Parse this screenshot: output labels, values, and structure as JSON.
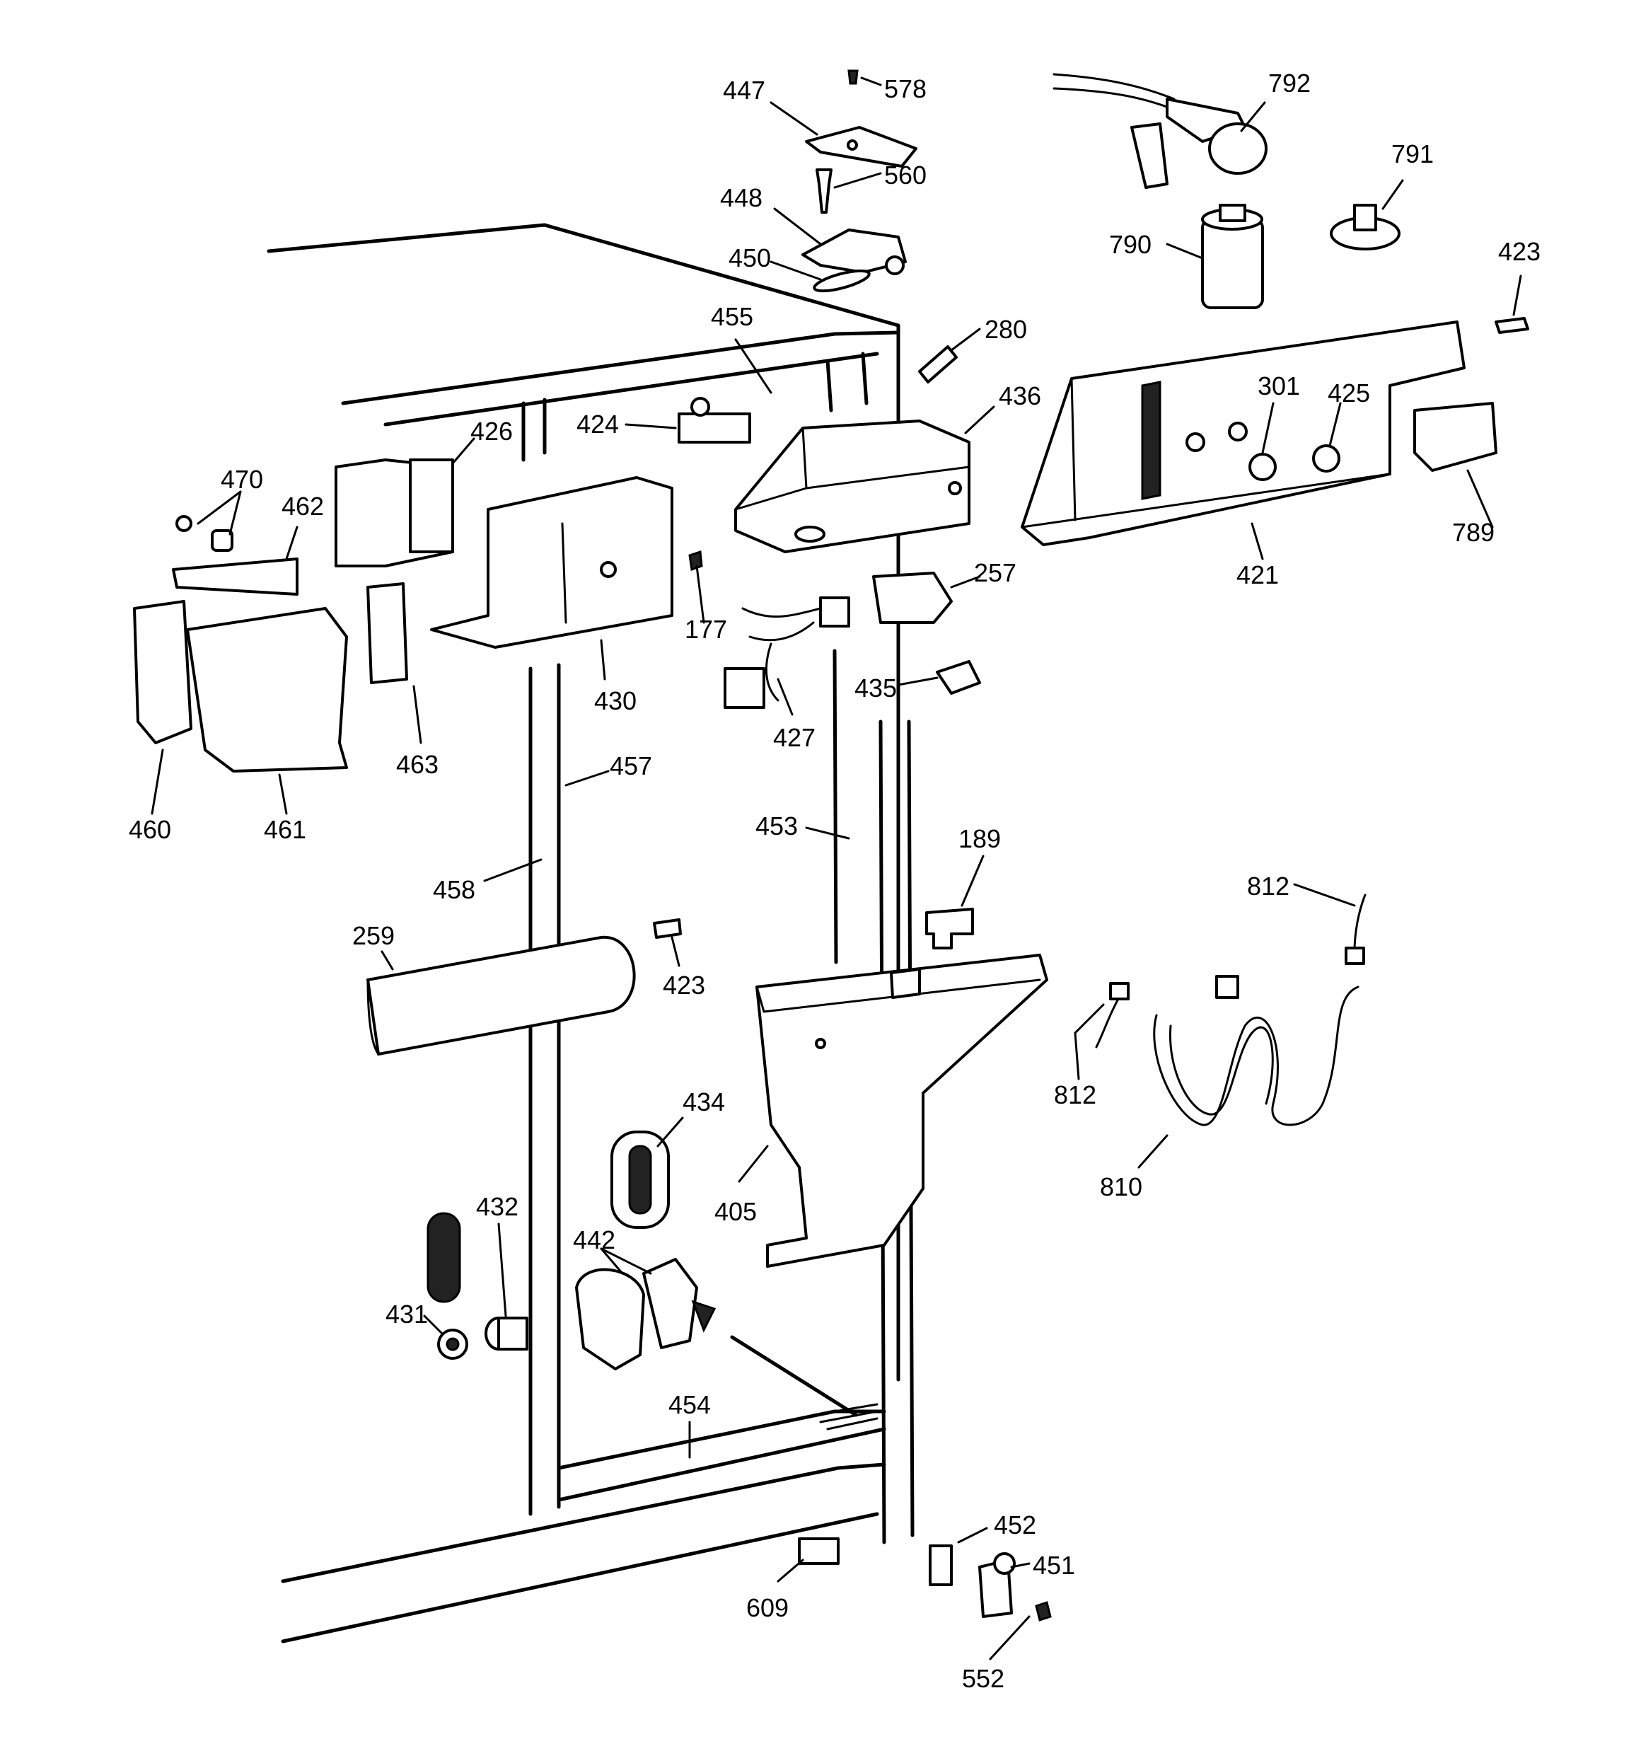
{
  "diagram": {
    "callouts": [
      {
        "id": "c447",
        "label": "447"
      },
      {
        "id": "c578",
        "label": "578"
      },
      {
        "id": "c792",
        "label": "792"
      },
      {
        "id": "c560",
        "label": "560"
      },
      {
        "id": "c448",
        "label": "448"
      },
      {
        "id": "c791",
        "label": "791"
      },
      {
        "id": "c790",
        "label": "790"
      },
      {
        "id": "c450",
        "label": "450"
      },
      {
        "id": "c423a",
        "label": "423"
      },
      {
        "id": "c455",
        "label": "455"
      },
      {
        "id": "c280",
        "label": "280"
      },
      {
        "id": "c301",
        "label": "301"
      },
      {
        "id": "c425",
        "label": "425"
      },
      {
        "id": "c436",
        "label": "436"
      },
      {
        "id": "c424",
        "label": "424"
      },
      {
        "id": "c426",
        "label": "426"
      },
      {
        "id": "c470",
        "label": "470"
      },
      {
        "id": "c789",
        "label": "789"
      },
      {
        "id": "c462",
        "label": "462"
      },
      {
        "id": "c257",
        "label": "257"
      },
      {
        "id": "c421",
        "label": "421"
      },
      {
        "id": "c177",
        "label": "177"
      },
      {
        "id": "c435",
        "label": "435"
      },
      {
        "id": "c430",
        "label": "430"
      },
      {
        "id": "c427",
        "label": "427"
      },
      {
        "id": "c463",
        "label": "463"
      },
      {
        "id": "c457",
        "label": "457"
      },
      {
        "id": "c460",
        "label": "460"
      },
      {
        "id": "c461",
        "label": "461"
      },
      {
        "id": "c453",
        "label": "453"
      },
      {
        "id": "c189",
        "label": "189"
      },
      {
        "id": "c812a",
        "label": "812"
      },
      {
        "id": "c458",
        "label": "458"
      },
      {
        "id": "c259",
        "label": "259"
      },
      {
        "id": "c423b",
        "label": "423"
      },
      {
        "id": "c812b",
        "label": "812"
      },
      {
        "id": "c434",
        "label": "434"
      },
      {
        "id": "c810",
        "label": "810"
      },
      {
        "id": "c405",
        "label": "405"
      },
      {
        "id": "c432",
        "label": "432"
      },
      {
        "id": "c442",
        "label": "442"
      },
      {
        "id": "c431",
        "label": "431"
      },
      {
        "id": "c454",
        "label": "454"
      },
      {
        "id": "c452",
        "label": "452"
      },
      {
        "id": "c451",
        "label": "451"
      },
      {
        "id": "c609",
        "label": "609"
      },
      {
        "id": "c552",
        "label": "552"
      }
    ]
  }
}
